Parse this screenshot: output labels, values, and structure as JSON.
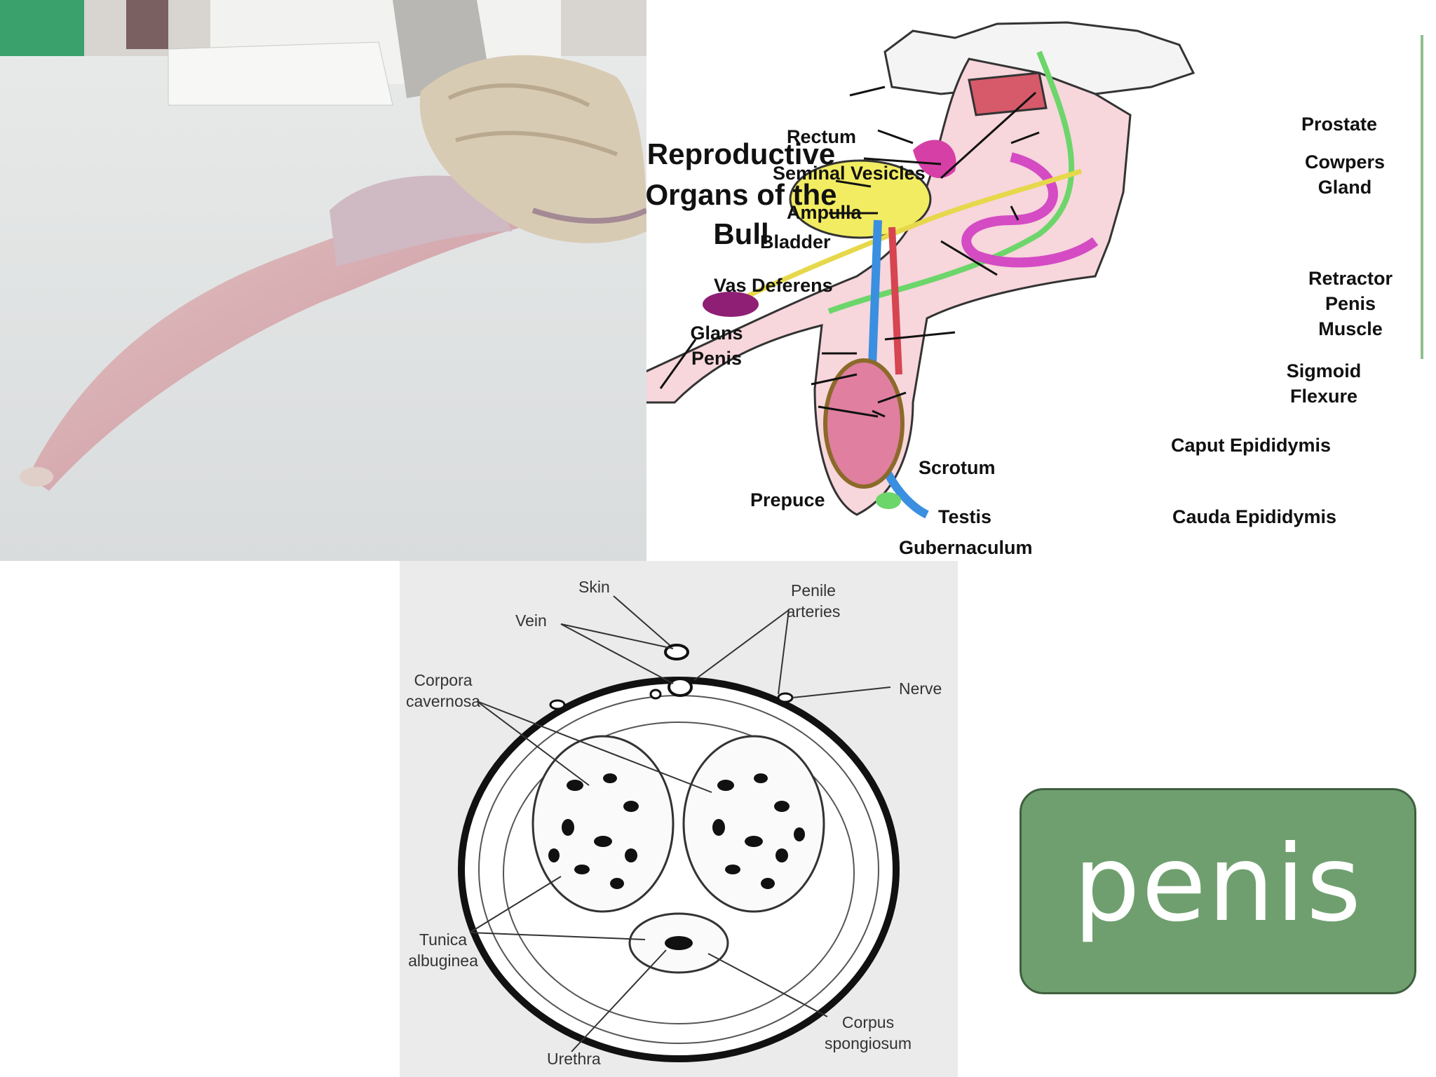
{
  "diagram": {
    "title_lines": [
      "Reproductive",
      "Organs of the",
      "Bull"
    ],
    "labels": {
      "rectum": "Rectum",
      "prostate": "Prostate",
      "seminal_vesicles": "Seminal Vesicles",
      "cowpers_line1": "Cowpers",
      "cowpers_line2": "Gland",
      "ampulla": "Ampulla",
      "bladder": "Bladder",
      "vas_deferens": "Vas Deferens",
      "retractor_line1": "Retractor",
      "retractor_line2": "Penis",
      "retractor_line3": "Muscle",
      "glans_line1": "Glans",
      "glans_line2": "Penis",
      "sigmoid_line1": "Sigmoid",
      "sigmoid_line2": "Flexure",
      "caput": "Caput Epididymis",
      "scrotum": "Scrotum",
      "prepuce": "Prepuce",
      "testis": "Testis",
      "cauda": "Cauda Epididymis",
      "gubernaculum": "Gubernaculum"
    }
  },
  "cross_section": {
    "labels": {
      "skin": "Skin",
      "penile_line1": "Penile",
      "penile_line2": "arteries",
      "vein": "Vein",
      "corpora_line1": "Corpora",
      "corpora_line2": "cavernosa",
      "nerve": "Nerve",
      "tunica_line1": "Tunica",
      "tunica_line2": "albuginea",
      "corpus_line1": "Corpus",
      "corpus_line2": "spongiosum",
      "urethra": "Urethra"
    }
  },
  "badge": {
    "text": "penis"
  },
  "colors": {
    "badge_bg": "#6f9f6f",
    "badge_border": "#3f5f3f",
    "accent_green": "#5f8f5f"
  }
}
